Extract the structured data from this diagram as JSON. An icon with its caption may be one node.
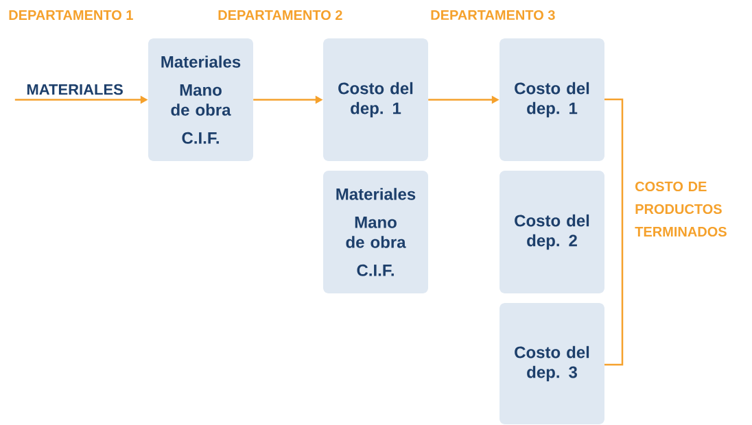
{
  "diagram": {
    "nodes": [
      {
        "text": [
          "Materiales",
          "Mano de obra",
          "C.I.F."
        ]
      },
      {
        "text": [
          "Costo del dep. 1"
        ]
      },
      {
        "text": [
          "Materiales",
          "Mano de obra",
          "C.I.F."
        ]
      },
      {
        "text": [
          "Costo del dep. 1"
        ]
      },
      {
        "text": [
          "Costo del dep. 2"
        ]
      },
      {
        "text": [
          "Costo del dep. 3"
        ]
      }
    ],
    "edges": [
      {
        "from": null,
        "to": 0,
        "arrow": "to",
        "label": "MATERIALES"
      },
      {
        "from": 0,
        "to": 1,
        "arrow": "to"
      },
      {
        "from": 1,
        "to": 3,
        "arrow": "to"
      }
    ],
    "labels": [
      "DEPARTAMENTO 1",
      "DEPARTAMENTO 2",
      "DEPARTAMENTO 3",
      "COSTO DE PRODUCTOS TERMINADOS"
    ]
  }
}
